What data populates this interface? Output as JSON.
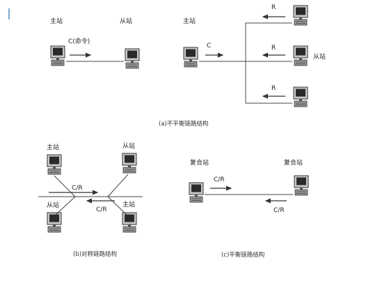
{
  "top_left": {
    "master_label": "主站",
    "command_label": "C(命令)",
    "slave_label": "从站"
  },
  "top_right": {
    "master_label": "主站",
    "command_label": "C",
    "response_labels": [
      "R",
      "R",
      "R"
    ],
    "slave_label": "从站"
  },
  "caption_a": "(a)不平衡链路结构",
  "bottom_left": {
    "top_left_label": "主站",
    "top_right_label": "从站",
    "bottom_left_label": "从站",
    "bottom_right_label": "主站",
    "upper_arrow_label": "C/R",
    "lower_arrow_label": "C/R"
  },
  "caption_b": "(b)对称链路结构",
  "bottom_right": {
    "left_label": "复合站",
    "right_label": "复合站",
    "upper_arrow_label": "C/R",
    "lower_arrow_label": "C/R"
  },
  "caption_c": "(c)平衡链路结构"
}
